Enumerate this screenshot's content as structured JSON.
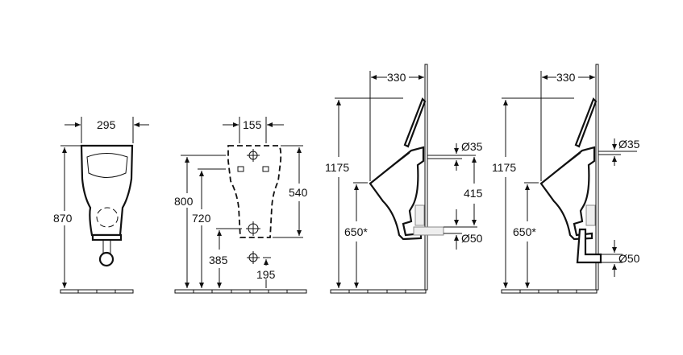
{
  "front_view": {
    "width": "295",
    "height": "870"
  },
  "rear_view": {
    "width": "155",
    "h_upper": "800",
    "h_lower": "720",
    "body_height": "540",
    "h_outlet": "385",
    "h_supply": "195"
  },
  "side_view_1": {
    "depth": "330",
    "total_height": "1175",
    "rim_height": "650*",
    "inlet_diameter": "Ø35",
    "inlet_outlet_distance": "415",
    "outlet_diameter": "Ø50"
  },
  "side_view_2": {
    "depth": "330",
    "total_height": "1175",
    "rim_height": "650*",
    "inlet_diameter": "Ø35",
    "outlet_diameter": "Ø50"
  }
}
